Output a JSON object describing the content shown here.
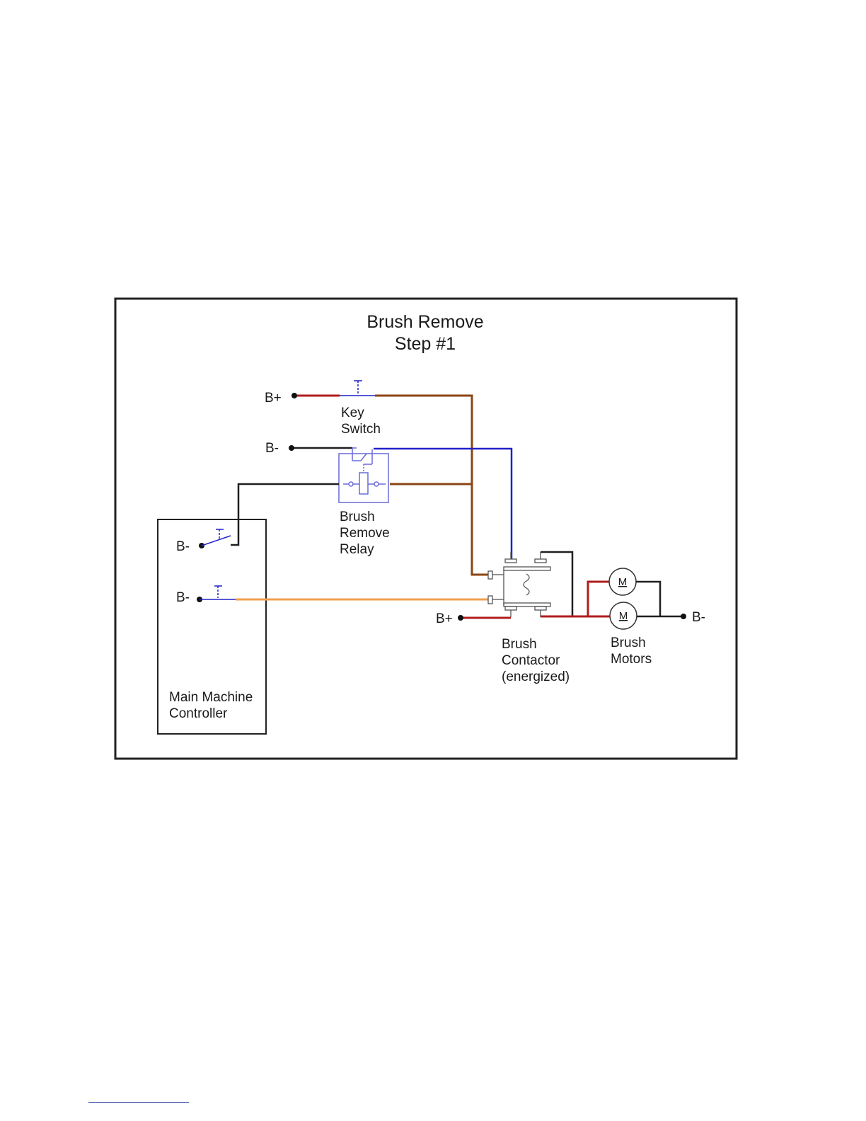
{
  "diagram": {
    "title_line1": "Brush Remove",
    "title_line2": "Step #1",
    "key_switch": {
      "bplus": "B+",
      "label_line1": "Key",
      "label_line2": "Switch"
    },
    "relay": {
      "bminus": "B-",
      "label_line1": "Brush",
      "label_line2": "Remove",
      "label_line3": "Relay"
    },
    "controller": {
      "bminus_top": "B-",
      "bminus_bottom": "B-",
      "label_line1": "Main Machine",
      "label_line2": "Controller"
    },
    "contactor": {
      "bplus": "B+",
      "label_line1": "Brush",
      "label_line2": "Contactor",
      "label_line3": "(energized)"
    },
    "motors": {
      "symbol": "M",
      "bminus": "B-",
      "label_line1": "Brush",
      "label_line2": "Motors"
    }
  },
  "colors": {
    "wire_red": "#b01c1c",
    "wire_brown": "#8b4513",
    "wire_blue": "#2121c8",
    "wire_black": "#1f1f1f",
    "wire_orange": "#f0a050",
    "component_blue": "#6a6ad8",
    "frame": "#222222"
  }
}
